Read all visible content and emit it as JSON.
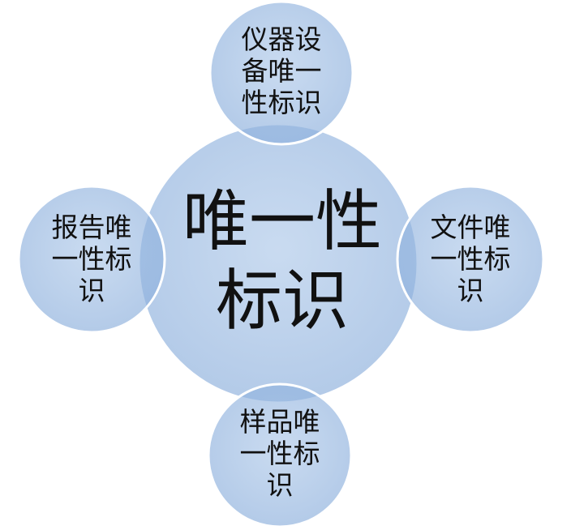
{
  "colors": {
    "circle_fill": "#8cafdc",
    "stroke": "#ffffff",
    "text": "#111111"
  },
  "center": {
    "lines": [
      "唯一性",
      "标识"
    ]
  },
  "top": {
    "lines": [
      "仪器设",
      "备唯一",
      "性标识"
    ]
  },
  "left": {
    "lines": [
      "报告唯",
      "一性标",
      "识"
    ]
  },
  "right": {
    "lines": [
      "文件唯",
      "一性标",
      "识"
    ]
  },
  "bottom": {
    "lines": [
      "样品唯",
      "一性标",
      "识"
    ]
  }
}
